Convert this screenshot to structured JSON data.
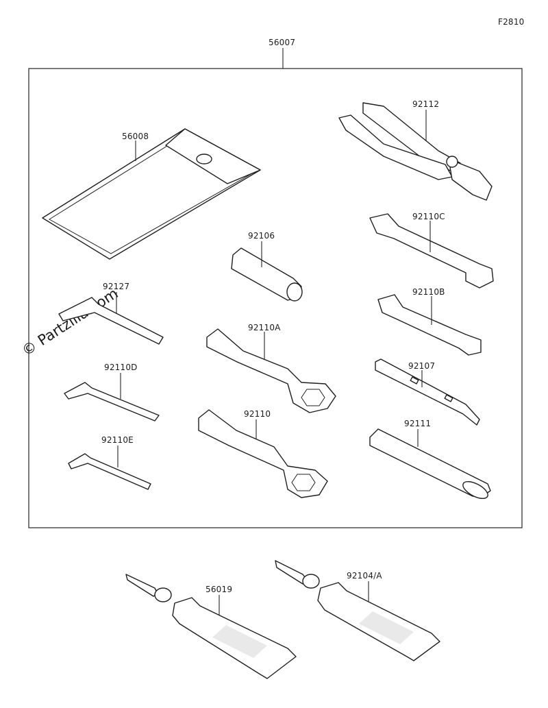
{
  "figure_code": "F2810",
  "watermark": "© Partzilla.com",
  "kit": {
    "part_number": "56007"
  },
  "parts": [
    {
      "id": "56008",
      "label": "56008"
    },
    {
      "id": "92112",
      "label": "92112"
    },
    {
      "id": "92110C",
      "label": "92110C"
    },
    {
      "id": "92106",
      "label": "92106"
    },
    {
      "id": "92127",
      "label": "92127"
    },
    {
      "id": "92110B",
      "label": "92110B"
    },
    {
      "id": "92110A",
      "label": "92110A"
    },
    {
      "id": "92110D",
      "label": "92110D"
    },
    {
      "id": "92107",
      "label": "92107"
    },
    {
      "id": "92110",
      "label": "92110"
    },
    {
      "id": "92111",
      "label": "92111"
    },
    {
      "id": "92110E",
      "label": "92110E"
    },
    {
      "id": "56019",
      "label": "56019"
    },
    {
      "id": "92104A",
      "label": "92104/A"
    }
  ]
}
